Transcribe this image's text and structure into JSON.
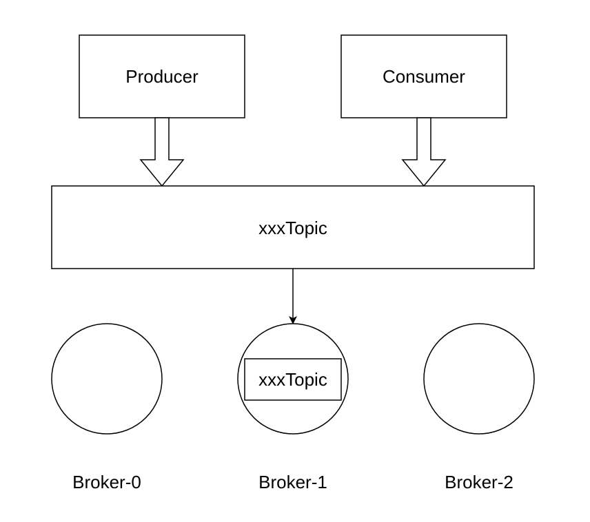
{
  "diagram": {
    "producer": {
      "label": "Producer"
    },
    "consumer": {
      "label": "Consumer"
    },
    "topic": {
      "label": "xxxTopic"
    },
    "brokers": [
      {
        "label": "Broker-0",
        "content": ""
      },
      {
        "label": "Broker-1",
        "content": "xxxTopic"
      },
      {
        "label": "Broker-2",
        "content": ""
      }
    ]
  },
  "colors": {
    "stroke": "#000000",
    "fill": "#ffffff",
    "text": "#000000"
  }
}
